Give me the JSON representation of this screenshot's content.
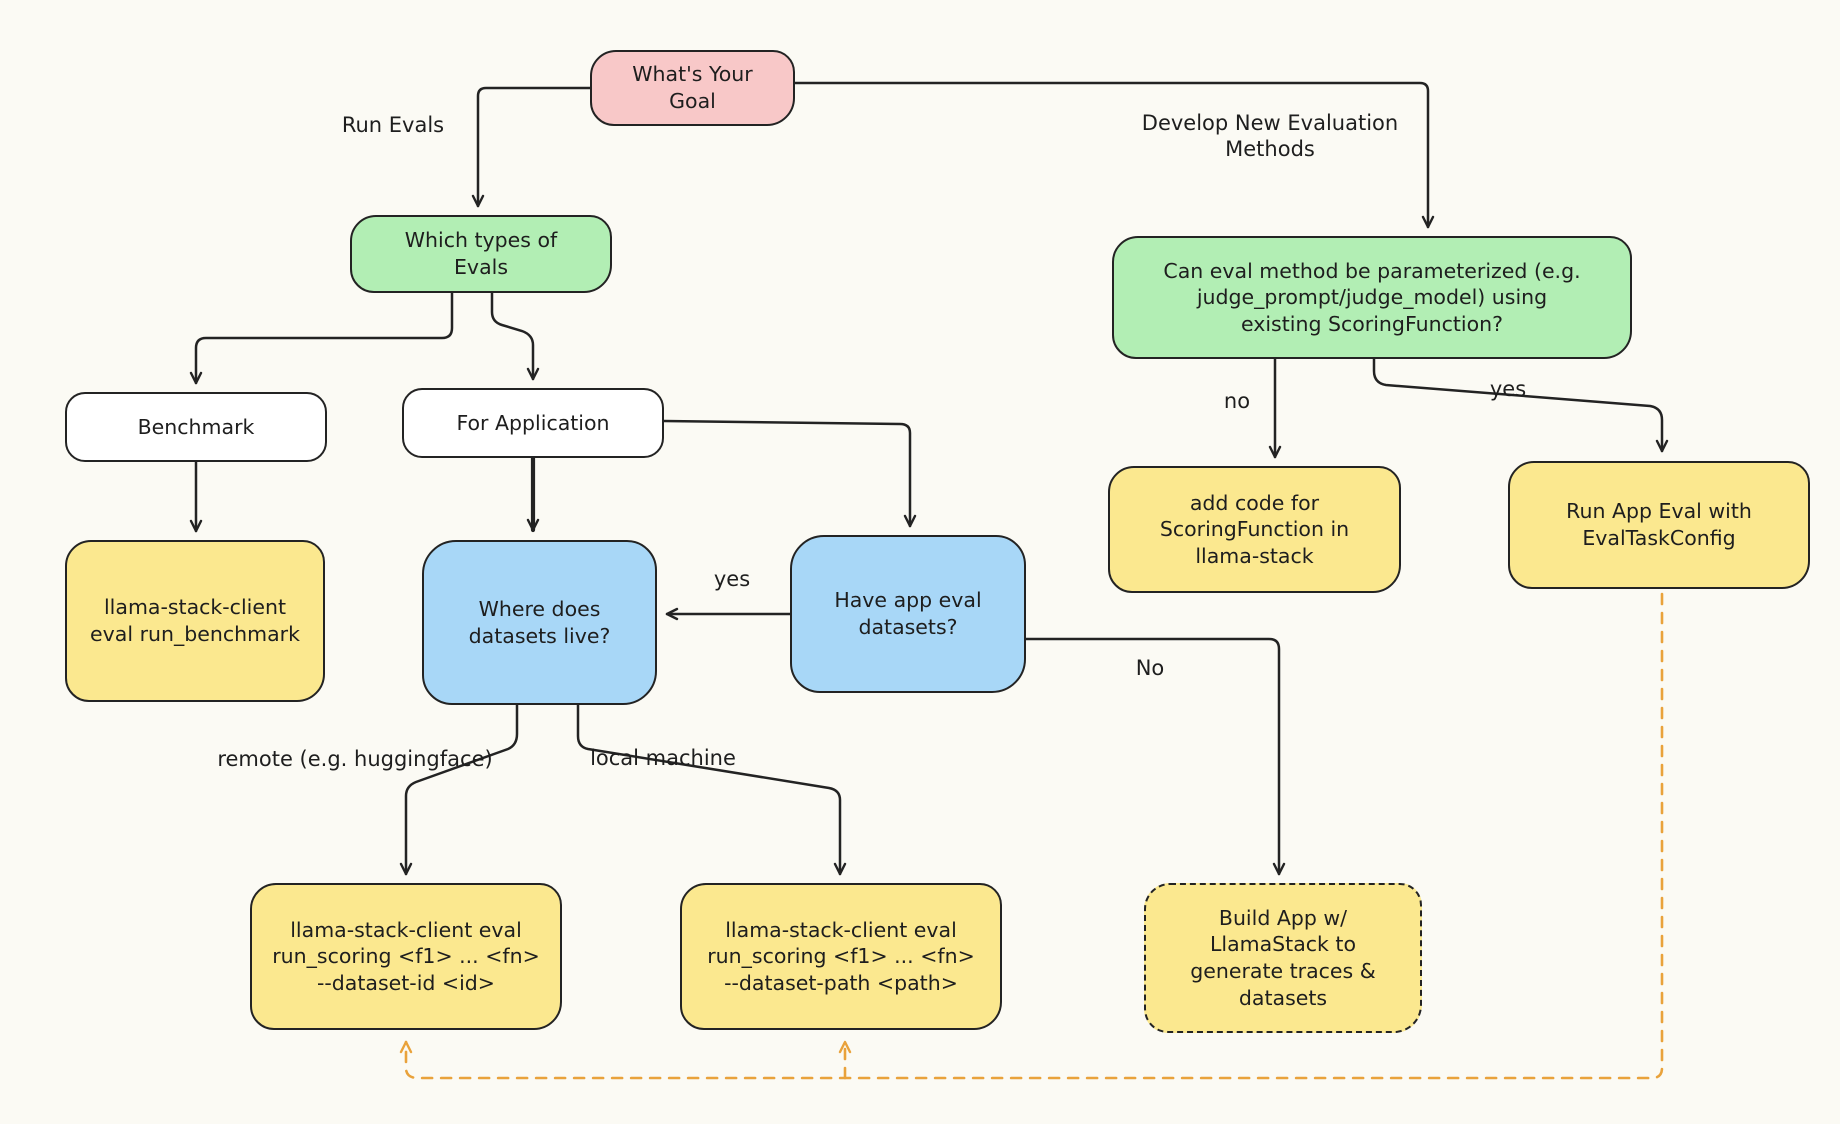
{
  "diagram_title": "Evaluation goal decision flowchart",
  "colors": {
    "background": "#fbfaf4",
    "stroke": "#232323",
    "pink": "#f8c8c8",
    "green": "#b2eeb4",
    "blue": "#a8d7f7",
    "yellow": "#fbe88f",
    "orange_dashed": "#e9a23b"
  },
  "nodes": {
    "goal": {
      "label": "What's Your\nGoal"
    },
    "which_types": {
      "label": "Which types of\nEvals"
    },
    "benchmark": {
      "label": "Benchmark"
    },
    "for_application": {
      "label": "For Application"
    },
    "run_benchmark": {
      "label": "llama-stack-client\neval run_benchmark"
    },
    "where_datasets": {
      "label": "Where does\ndatasets live?"
    },
    "have_datasets": {
      "label": "Have app eval\ndatasets?"
    },
    "can_param": {
      "label": "Can eval method be parameterized (e.g.\njudge_prompt/judge_model) using\nexisting ScoringFunction?"
    },
    "add_code": {
      "label": "add code for\nScoringFunction in\nllama-stack"
    },
    "run_app_eval": {
      "label": "Run App Eval with\nEvalTaskConfig"
    },
    "run_scoring_id": {
      "label": "llama-stack-client eval\nrun_scoring <f1> ... <fn>\n--dataset-id <id>"
    },
    "run_scoring_path": {
      "label": "llama-stack-client eval\nrun_scoring <f1> ... <fn>\n--dataset-path <path>"
    },
    "build_app": {
      "label": "Build App w/\nLlamaStack to\ngenerate traces &\ndatasets"
    }
  },
  "edge_labels": {
    "run_evals": "Run Evals",
    "develop_new": "Develop New Evaluation\nMethods",
    "yes_have_datasets": "yes",
    "no_have_datasets": "No",
    "remote": "remote (e.g. huggingface)",
    "local": "local machine",
    "no_param": "no",
    "yes_param": "yes"
  }
}
